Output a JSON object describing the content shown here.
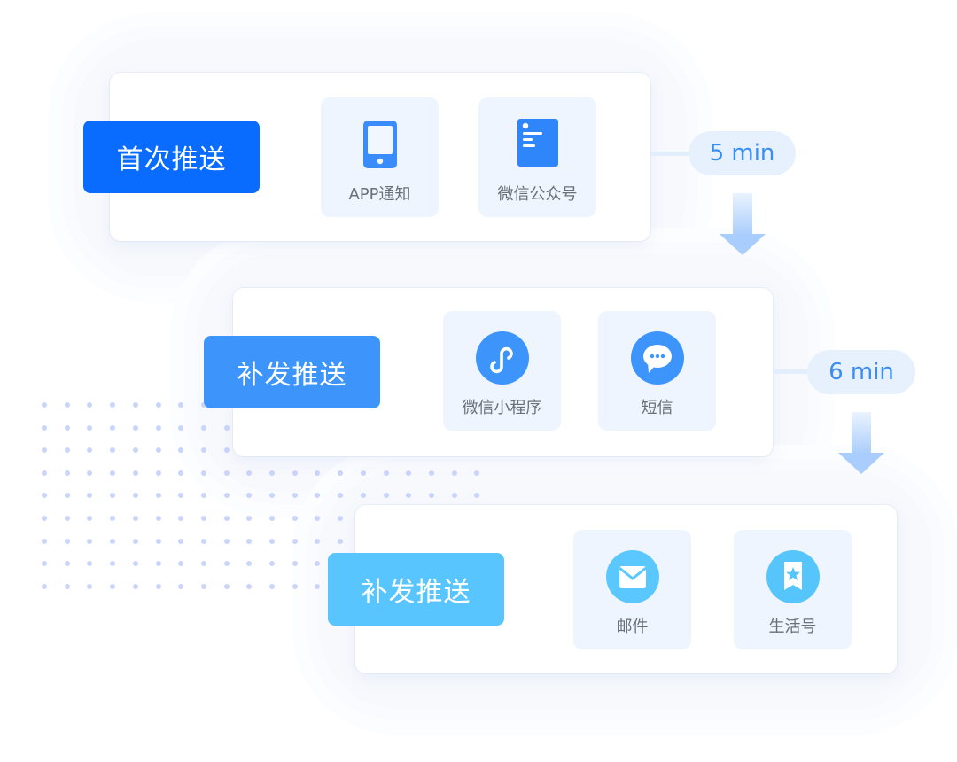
{
  "colors": {
    "stage1": "#0a6cff",
    "stage2": "#3d95fc",
    "stage3": "#58c5fe",
    "tile_bg": "#eef5fe",
    "label": "#6b6f78",
    "pill_text": "#3b8ef0",
    "dot": "#c9d5fb"
  },
  "stages": [
    {
      "label": "首次推送",
      "channels": [
        {
          "label": "APP通知",
          "icon": "mobile-phone-icon"
        },
        {
          "label": "微信公众号",
          "icon": "article-document-icon"
        }
      ]
    },
    {
      "label": "补发推送",
      "channels": [
        {
          "label": "微信小程序",
          "icon": "mini-program-link-icon"
        },
        {
          "label": "短信",
          "icon": "chat-bubble-icon"
        }
      ]
    },
    {
      "label": "补发推送",
      "channels": [
        {
          "label": "邮件",
          "icon": "envelope-icon"
        },
        {
          "label": "生活号",
          "icon": "bookmark-star-icon"
        }
      ]
    }
  ],
  "intervals": [
    {
      "label": "5 min",
      "icon": "down-arrow-icon"
    },
    {
      "label": "6 min",
      "icon": "down-arrow-icon"
    }
  ]
}
